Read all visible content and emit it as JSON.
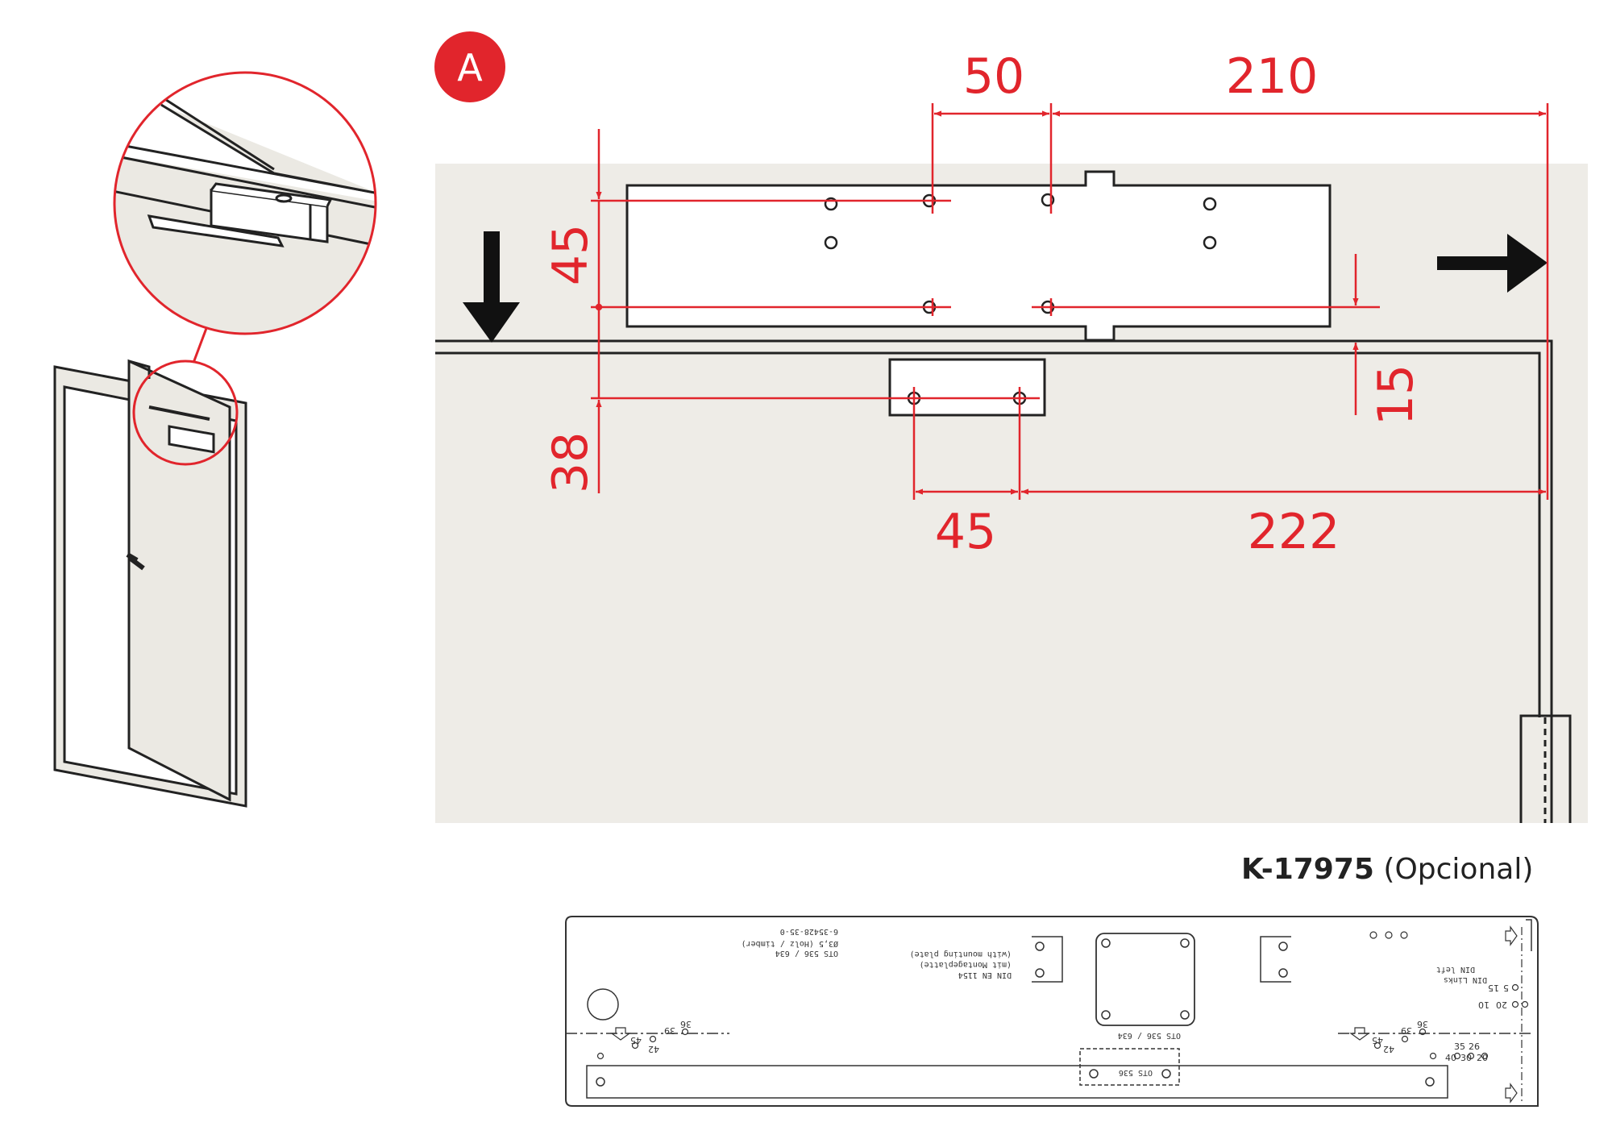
{
  "badge": {
    "letter": "A",
    "color": "#e1252c"
  },
  "dimensions": {
    "top_left": "50",
    "top_right": "210",
    "left_upper": "45",
    "left_lower": "38",
    "right_offset": "15",
    "bottom_left": "45",
    "bottom_right": "222"
  },
  "part": {
    "code": "K-17975",
    "note": "(Opcional)"
  },
  "template_text": {
    "model_a": "OTS 536 / 634",
    "model_a_sub": "Ø3,5 (Holz / timber)",
    "model_a_code": "6-35428-35-0",
    "norm": "DIN EN 1154",
    "norm_sub1": "(mit Montageplatte)",
    "norm_sub2": "(with mounting plate)",
    "plate_label": "OTS 536 / 634",
    "bottom_label": "OTS 536",
    "din_links": "DIN Links",
    "din_left": "DIN left",
    "n_36a": "36",
    "n_39a": "39",
    "n_42a": "42",
    "n_45a": "45",
    "n_36b": "36",
    "n_39b": "39",
    "n_42b": "42",
    "n_45b": "45",
    "n_35": "35",
    "n_26": "26",
    "n_40": "40",
    "n_30": "30",
    "n_20": "20",
    "n_15": "15",
    "n_5": "5",
    "n_10": "10",
    "n_20b": "20"
  },
  "colors": {
    "accent": "#e1252c",
    "wall": "#eeece7",
    "line": "#222222"
  }
}
